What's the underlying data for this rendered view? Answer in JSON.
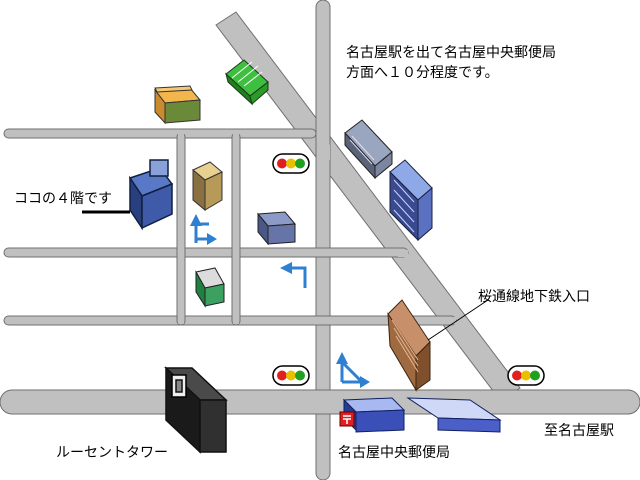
{
  "route_text": [
    "名古屋駅を出て名古屋中央郵便局",
    "方面へ１０分程度です。"
  ],
  "target_label": "ココの４階です",
  "subway_label": "桜通線地下鉄入口",
  "tower_label": "ルーセントタワー",
  "post_office_label": "名古屋中央郵便局",
  "station_label": "至名古屋駅",
  "colors": {
    "road": "#c0c0c0",
    "road_edge": "#6f6f6f",
    "arrow": "#2f80d0",
    "light_red": "#e02020",
    "light_yellow": "#e8c000",
    "light_green": "#20a020"
  }
}
